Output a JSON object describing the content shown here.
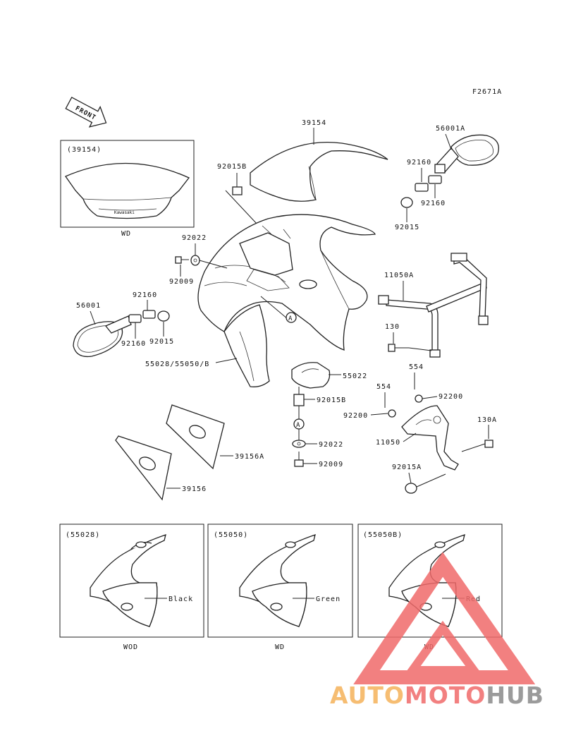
{
  "figure_code": "F2671A",
  "front_label": "FRONT",
  "callouts": {
    "p39154": "39154",
    "p56001A": "56001A",
    "p92015B_top": "92015B",
    "p92160_r1": "92160",
    "p92160_r2": "92160",
    "p92015_r": "92015",
    "p92022_top": "92022",
    "p92009_top": "92009",
    "p92160_l1": "92160",
    "p92160_l2": "92160",
    "p56001": "56001",
    "p92015_l": "92015",
    "p11050A": "11050A",
    "p130": "130",
    "p554_a": "554",
    "p554_b": "554",
    "p55028": "55028/55050/B",
    "p55022": "55022",
    "p92015B_mid": "92015B",
    "p92200_a": "92200",
    "p92200_b": "92200",
    "p130A": "130A",
    "p92022_mid": "92022",
    "p11050": "11050",
    "p92015A": "92015A",
    "p92009_mid": "92009",
    "p39156A": "39156A",
    "p39156": "39156",
    "ref_a": "A",
    "ref_a2": "A"
  },
  "inset_windshield": {
    "label": "(39154)",
    "caption": "WD",
    "logo_text": "Kawasaki"
  },
  "insets": [
    {
      "label": "(55028)",
      "color": "Black",
      "caption": "WOD"
    },
    {
      "label": "(55050)",
      "color": "Green",
      "caption": "WD"
    },
    {
      "label": "(55050B)",
      "color": "Red",
      "caption": "WD"
    }
  ],
  "watermark": {
    "text_auto": "AUTO",
    "text_moto": "MOTO",
    "text_hub": "HUB",
    "color_orange": "#f5b25a",
    "color_red": "#f06a6a",
    "color_gray": "#8a8a8a"
  }
}
